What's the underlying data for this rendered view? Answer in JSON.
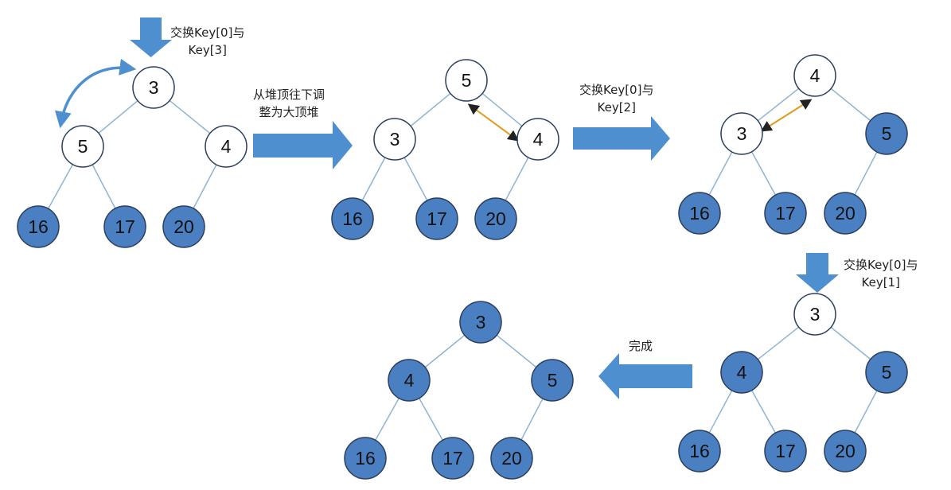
{
  "colors": {
    "node_blue": "#4a7fc1",
    "node_white": "#ffffff",
    "node_stroke": "#2b3f5e",
    "edge": "#8fb4d4",
    "arrow": "#4e8fd0",
    "swap_arrow": "#e29a1c"
  },
  "trees": [
    {
      "id": "tree-1",
      "nodes": [
        {
          "label": "3",
          "fill": "white"
        },
        {
          "label": "5",
          "fill": "white"
        },
        {
          "label": "4",
          "fill": "white"
        },
        {
          "label": "16",
          "fill": "blue"
        },
        {
          "label": "17",
          "fill": "blue"
        },
        {
          "label": "20",
          "fill": "blue"
        }
      ]
    },
    {
      "id": "tree-2",
      "nodes": [
        {
          "label": "5",
          "fill": "white"
        },
        {
          "label": "3",
          "fill": "white"
        },
        {
          "label": "4",
          "fill": "white"
        },
        {
          "label": "16",
          "fill": "blue"
        },
        {
          "label": "17",
          "fill": "blue"
        },
        {
          "label": "20",
          "fill": "blue"
        }
      ]
    },
    {
      "id": "tree-3",
      "nodes": [
        {
          "label": "4",
          "fill": "white"
        },
        {
          "label": "3",
          "fill": "white"
        },
        {
          "label": "5",
          "fill": "blue"
        },
        {
          "label": "16",
          "fill": "blue"
        },
        {
          "label": "17",
          "fill": "blue"
        },
        {
          "label": "20",
          "fill": "blue"
        }
      ]
    },
    {
      "id": "tree-4",
      "nodes": [
        {
          "label": "3",
          "fill": "white"
        },
        {
          "label": "4",
          "fill": "blue"
        },
        {
          "label": "5",
          "fill": "blue"
        },
        {
          "label": "16",
          "fill": "blue"
        },
        {
          "label": "17",
          "fill": "blue"
        },
        {
          "label": "20",
          "fill": "blue"
        }
      ]
    },
    {
      "id": "tree-5",
      "nodes": [
        {
          "label": "3",
          "fill": "blue"
        },
        {
          "label": "4",
          "fill": "blue"
        },
        {
          "label": "5",
          "fill": "blue"
        },
        {
          "label": "16",
          "fill": "blue"
        },
        {
          "label": "17",
          "fill": "blue"
        },
        {
          "label": "20",
          "fill": "blue"
        }
      ]
    }
  ],
  "labels": {
    "swap_key3_line1": "交换Key[0]与",
    "swap_key3_line2": "Key[3]",
    "heapify_line1": "从堆顶往下调",
    "heapify_line2": "整为大顶堆",
    "swap_key2_line1": "交换Key[0]与",
    "swap_key2_line2": "Key[2]",
    "swap_key1_line1": "交换Key[0]与",
    "swap_key1_line2": "Key[1]",
    "done": "完成"
  }
}
